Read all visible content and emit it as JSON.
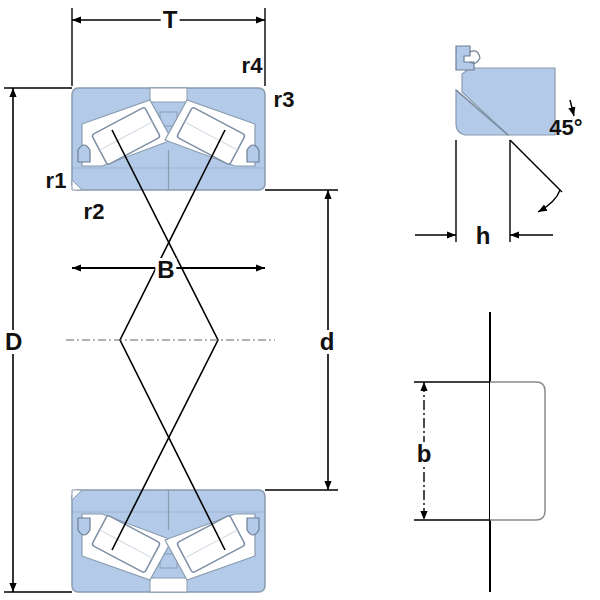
{
  "diagram": {
    "labels": [
      "T",
      "r4",
      "r3",
      "r1",
      "r2",
      "B",
      "D",
      "d",
      "h",
      "45°",
      "b"
    ]
  }
}
